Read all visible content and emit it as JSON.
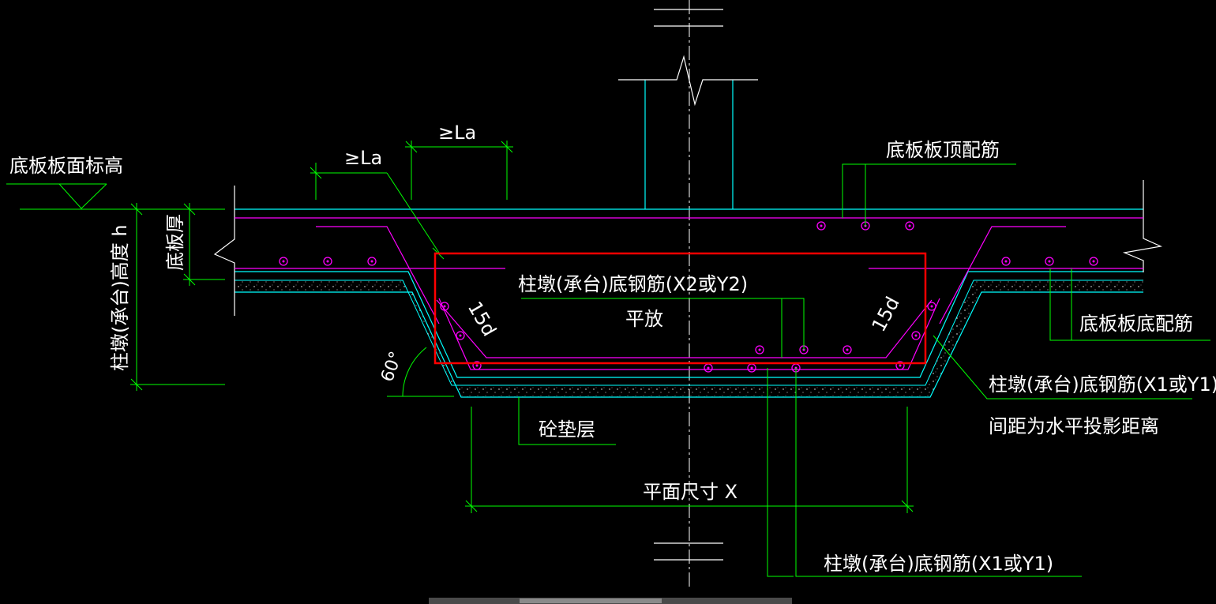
{
  "labels": {
    "slab_top_elevation": "底板板面标高",
    "pier_height": "柱墩(承台)高度 h",
    "slab_thickness": "底板厚",
    "anchor_left": "≥La",
    "anchor_top": "≥La",
    "slab_top_rebar": "底板板顶配筋",
    "pier_bottom_rebar_x2": "柱墩(承台)底钢筋(X2或Y2)",
    "lay_flat": "平放",
    "hook_left": "15d",
    "hook_right": "15d",
    "slab_bottom_rebar": "底板板底配筋",
    "pier_bottom_rebar_x1_right": "柱墩(承台)底钢筋(X1或Y1)",
    "spacing_note": "间距为水平投影距离",
    "angle": "60°",
    "cushion_layer": "砼垫层",
    "plan_dimension": "平面尺寸 X",
    "pier_bottom_rebar_x1_bottom": "柱墩(承台)底钢筋(X1或Y1)"
  },
  "colors": {
    "background": "#000000",
    "concrete_line": "#00ffff",
    "rebar": "#ff00ff",
    "dimension": "#00ff00",
    "text": "#ffffff",
    "highlight_box": "#ff0000",
    "centerline": "#ffffff"
  }
}
